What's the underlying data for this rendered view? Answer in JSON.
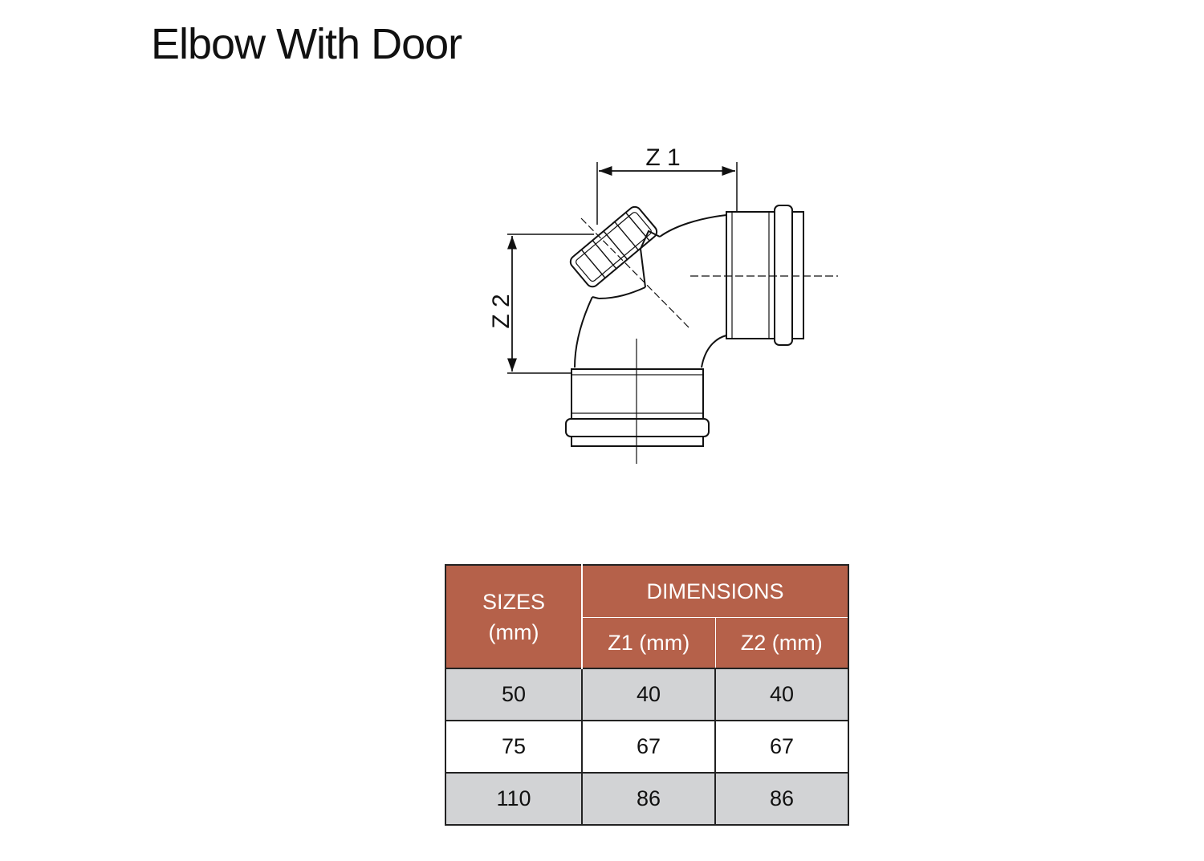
{
  "title": "Elbow With Door",
  "drawing": {
    "label_z1": "Z 1",
    "label_z2": "Z 2"
  },
  "table": {
    "sizes_header_line1": "SIZES",
    "sizes_header_line2": "(mm)",
    "group_header": "DIMENSIONS",
    "col_z1": "Z1 (mm)",
    "col_z2": "Z2 (mm)",
    "rows": [
      {
        "size": "50",
        "z1": "40",
        "z2": "40"
      },
      {
        "size": "75",
        "z1": "67",
        "z2": "67"
      },
      {
        "size": "110",
        "z1": "86",
        "z2": "86"
      }
    ]
  },
  "colors": {
    "header_bg": "#b5614a",
    "row_shade": "#d2d3d5"
  }
}
